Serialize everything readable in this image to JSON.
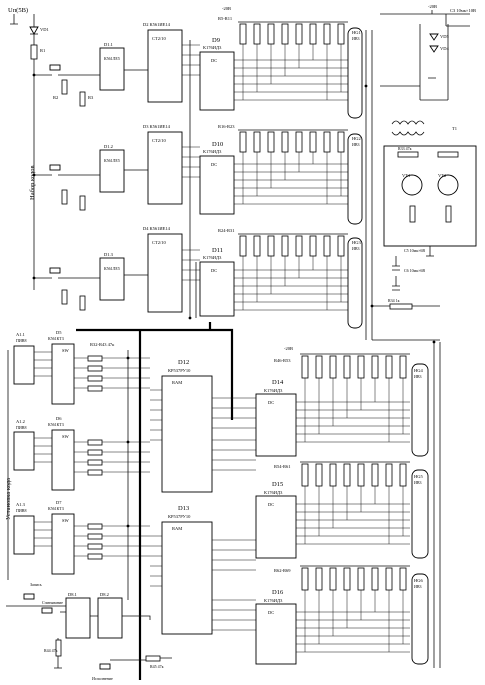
{
  "supply_top_left": "Uп(5В)",
  "supply_top_right": "-20В",
  "vertical_label_set": "Набор кодов",
  "vertical_label_install": "Установка кода",
  "buttons": {
    "s4_text": "Запись",
    "s5_text": "Считывание",
    "s3_text": "Исполнение"
  },
  "counters": [
    {
      "id": "D2 К561ИЕ14",
      "ct": "CT2/10"
    },
    {
      "id": "D3 К561ИЕ14",
      "ct": "CT2/10"
    },
    {
      "id": "D4 К561ИЕ14",
      "ct": "CT2/10"
    }
  ],
  "decoders_top": [
    {
      "id": "D9",
      "part": "К176ИД3",
      "res": "R5-R11",
      "val": "47к",
      "ind": "HG1",
      "ind_type": "ИВ3"
    },
    {
      "id": "D10",
      "part": "К176ИД3",
      "res": "R16-R23",
      "val": "47к",
      "ind": "HG2",
      "ind_type": "ИВ3"
    },
    {
      "id": "D11",
      "part": "К176ИД3",
      "res": "R24-R31",
      "val": "47к",
      "ind": "HG3",
      "ind_type": "ИВ3"
    }
  ],
  "decoders_bottom": [
    {
      "id": "D14",
      "part": "К176ИД3",
      "res": "R46-R53",
      "val": "47к",
      "ind": "HG4",
      "ind_type": "ИВ3"
    },
    {
      "id": "D15",
      "part": "К176ИД3",
      "res": "R54-R61",
      "val": "47к",
      "ind": "HG5",
      "ind_type": "ИВ3"
    },
    {
      "id": "D16",
      "part": "К176ИД3",
      "res": "R62-R69",
      "val": "47к",
      "ind": "HG6",
      "ind_type": "ИВ3"
    }
  ],
  "rams": [
    {
      "id": "D12",
      "part": "КР537РУ10",
      "label": "RAM"
    },
    {
      "id": "D13",
      "part": "КР537РУ10",
      "label": "RAM"
    }
  ],
  "switches": [
    {
      "id": "A1.1",
      "type": "ПИВ8",
      "chip": "D5",
      "part": "К561КТ3",
      "sw": "SW"
    },
    {
      "id": "A1.2",
      "type": "ПИВ8",
      "chip": "D6",
      "part": "К561КТ3",
      "sw": "SW"
    },
    {
      "id": "A1.3",
      "type": "ПИВ8",
      "chip": "D7",
      "part": "К561КТ3",
      "sw": "SW"
    }
  ],
  "logic": [
    {
      "id": "D1.1",
      "part": "К561ЛЕ5"
    },
    {
      "id": "D1.2",
      "part": "К561ЛЕ5"
    },
    {
      "id": "D1.3",
      "part": "К561ЛЕ5"
    },
    {
      "id": "D8.1",
      "part": ""
    },
    {
      "id": "D8.2",
      "part": ""
    }
  ],
  "passives": {
    "r32_43": "R32-R43 47к",
    "r33": "R33 47к",
    "r34": "R34 1к",
    "r45": "R45 47к",
    "r44": "R44 47к",
    "c3": "C3 10мк×10В",
    "c5": "C5 10мк×6В",
    "c6": "C6 10мк×6В",
    "t1": "T1",
    "vt1": "VT1",
    "vt2": "VT2",
    "vd1": "VD1",
    "vd4": "VD4",
    "vd5": "VD5",
    "r1": "R1",
    "r2": "R2",
    "r3": "R3"
  },
  "dc_label": "DC",
  "neg_rail": "-20В"
}
